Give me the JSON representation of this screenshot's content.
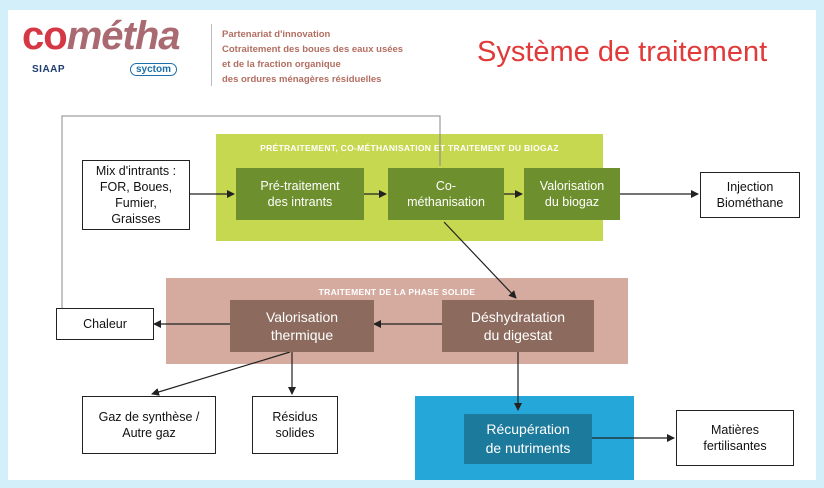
{
  "header": {
    "logo_co": "co",
    "logo_metha": "métha",
    "partner_1": "SIAAP",
    "partner_2": "syctom",
    "tagline": [
      "Partenariat d'innovation",
      "Cotraitement des boues des eaux usées",
      "et de la fraction organique",
      "des ordures ménagères résiduelles"
    ],
    "title": "Système de traitement"
  },
  "bands": {
    "green_title": "PRÉTRAITEMENT, CO-MÉTHANISATION ET TRAITEMENT DU BIOGAZ",
    "salmon_title": "TRAITEMENT DE LA PHASE SOLIDE"
  },
  "nodes": {
    "intrants": [
      "Mix d'intrants :",
      "FOR, Boues,",
      "Fumier,",
      "Graisses"
    ],
    "pretraitement": [
      "Pré-traitement",
      "des intrants"
    ],
    "comethanisation": [
      "Co-",
      "méthanisation"
    ],
    "valorisation_biogaz": [
      "Valorisation",
      "du biogaz"
    ],
    "injection": [
      "Injection",
      "Biométhane"
    ],
    "deshydratation": [
      "Déshydratation",
      "du digestat"
    ],
    "valorisation_thermique": [
      "Valorisation",
      "thermique"
    ],
    "chaleur": [
      "Chaleur"
    ],
    "gaz_synthese": [
      "Gaz de synthèse /",
      "Autre gaz"
    ],
    "residus": [
      "Résidus",
      "solides"
    ],
    "recuperation": [
      "Récupération",
      "de nutriments"
    ],
    "matieres": [
      "Matières",
      "fertilisantes"
    ]
  },
  "colors": {
    "accent_red": "#e03a3a",
    "green_band": "#c5d850",
    "green_box": "#6e8f2d",
    "salmon_band": "#d5aba0",
    "brown_box": "#8d6a5e",
    "blue_band": "#25a7d9",
    "teal_box": "#1c7a9c"
  }
}
